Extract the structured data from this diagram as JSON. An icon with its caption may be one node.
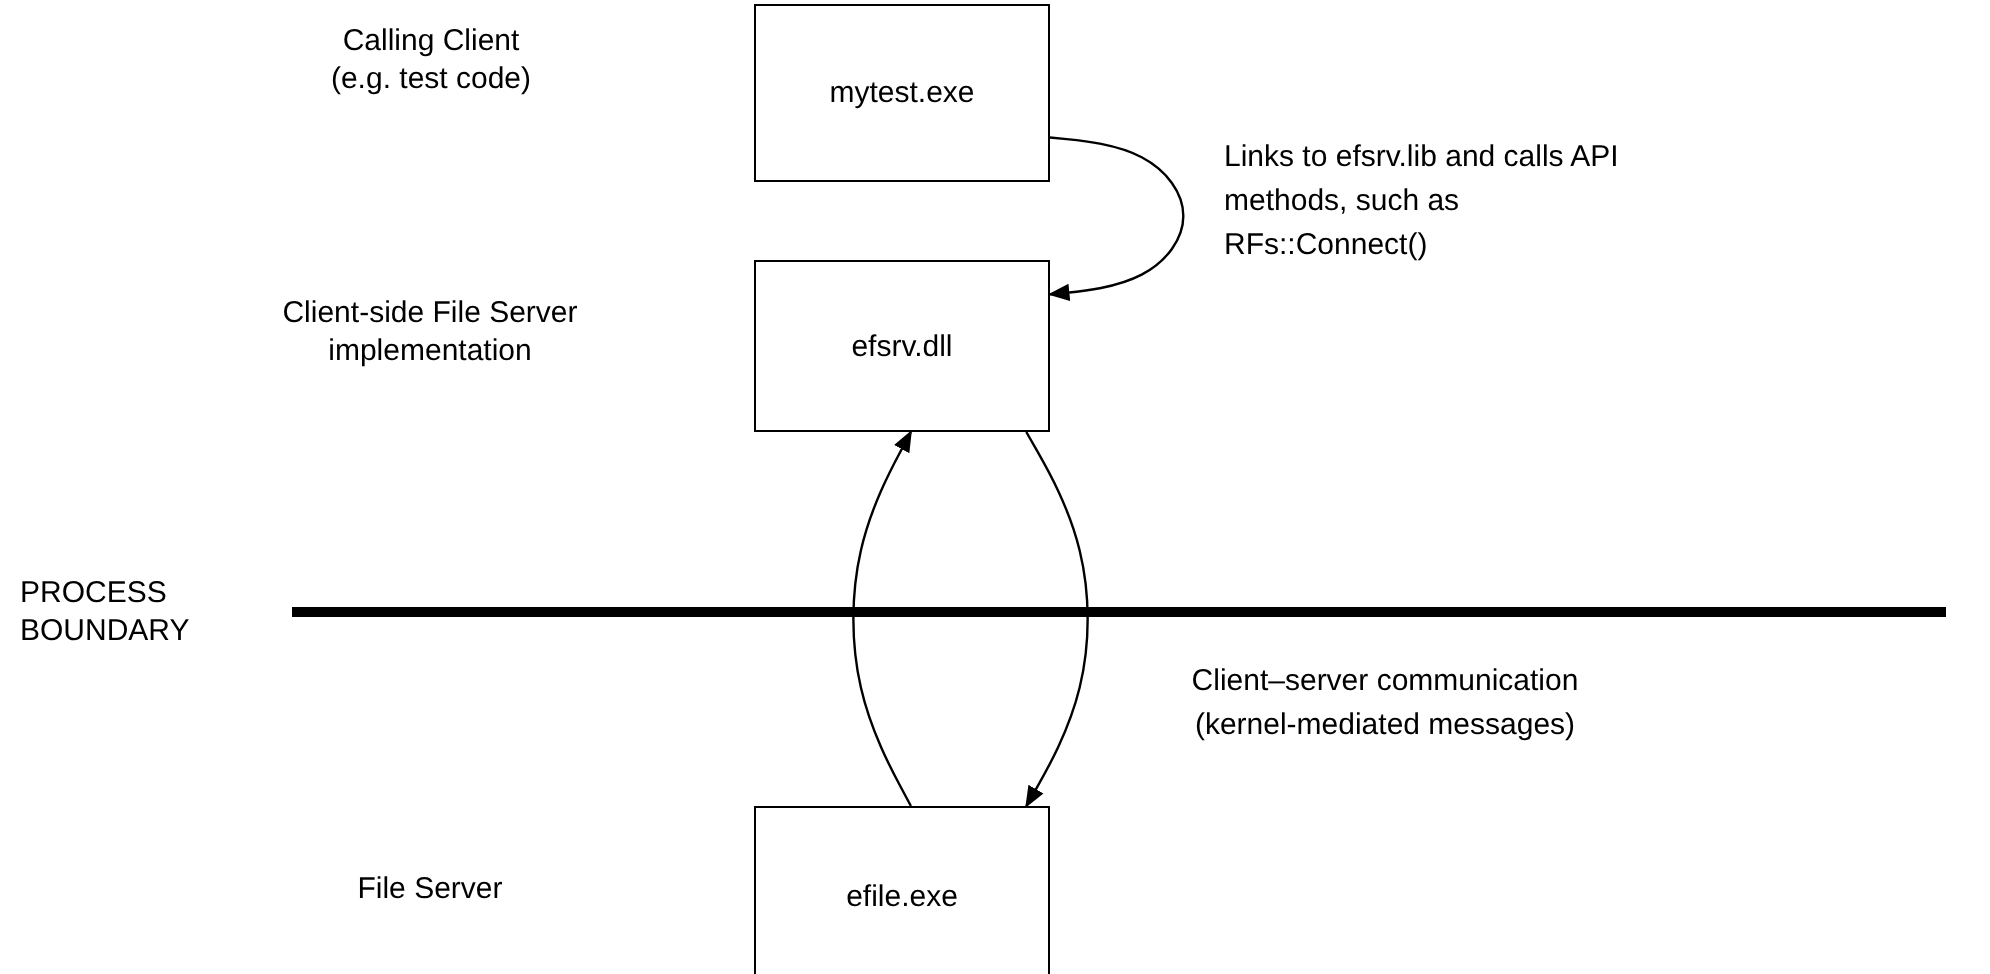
{
  "diagram": {
    "nodes": [
      {
        "text": [
          "mytest.exe"
        ]
      },
      {
        "text": [
          "efsrv.dll"
        ]
      },
      {
        "text": [
          "efile.exe"
        ]
      }
    ],
    "edges": [
      {
        "from": 0,
        "to": 1,
        "arrow": "to",
        "label": "Links to efsrv.lib and calls API methods, such as RFs::Connect()"
      },
      {
        "from": 2,
        "to": 1,
        "arrow": "to"
      },
      {
        "from": 1,
        "to": 2,
        "arrow": "to",
        "label": "Client–server communication (kernel-mediated messages)"
      }
    ],
    "labels": [
      "Calling Client (e.g. test code)",
      "Client-side File Server implementation",
      "PROCESS BOUNDARY",
      "File Server"
    ]
  }
}
